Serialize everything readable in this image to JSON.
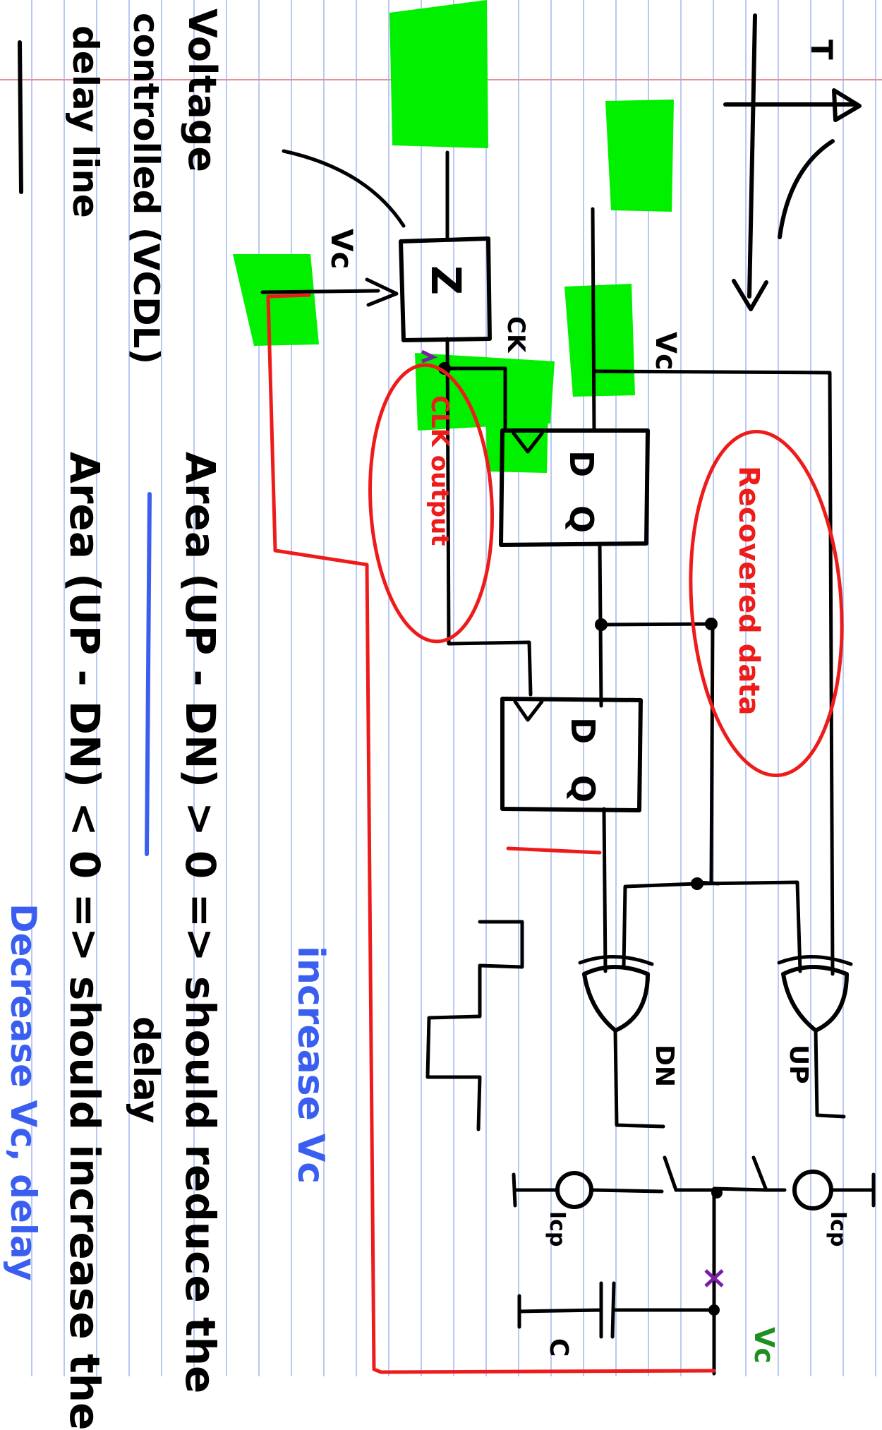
{
  "notes": {
    "title": "Voltage controlled delay line (VCDL)",
    "title_line1": "Voltage",
    "title_line2": "controlled (VCDL)",
    "title_line3": "delay line",
    "rule1": "Area (UP - DN) > 0 => should reduce the",
    "rule1_cont": "delay",
    "rule1_note": "increase Vc",
    "rule2": "Area (UP - DN) < 0 => should increase the",
    "rule2_cont": "Decrease Vc, delay"
  },
  "circuit": {
    "delay_block": "Z",
    "vc_top": "Vc",
    "vc_side": "Vc",
    "vc_out": "Vc",
    "ck": "CK",
    "ff1_d": "D",
    "ff1_q": "Q",
    "ff2_d": "D",
    "ff2_q": "Q",
    "up": "UP",
    "dn": "DN",
    "icp_top": "Icp",
    "icp_bottom": "Icp",
    "cap": "C",
    "time_axis": "T"
  },
  "annotations": {
    "recovered_data": "Recovered data",
    "clk_output": "CLK output"
  },
  "colors": {
    "ink": "#000000",
    "red_pen": "#ee1b1b",
    "highlight": "#00f000",
    "blue_pen": "#3a5ff0",
    "green_label": "#1f8f1f",
    "purple_mark": "#7a1fa0"
  }
}
